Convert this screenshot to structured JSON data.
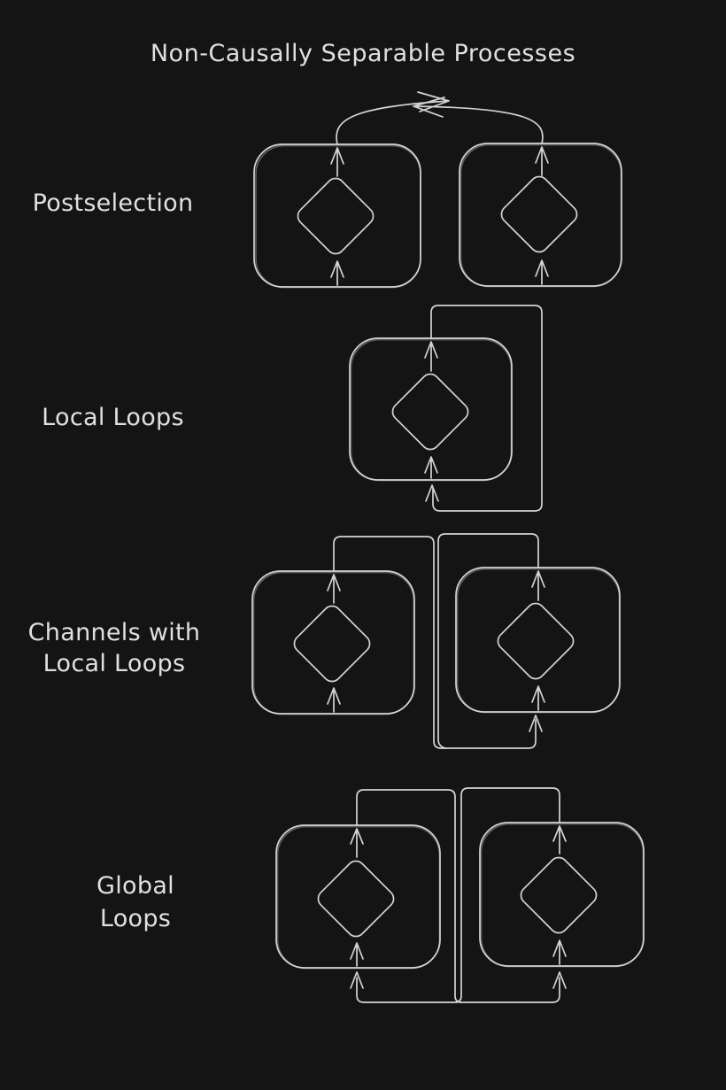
{
  "title": "Non-Causally Separable Processes",
  "colors": {
    "background": "#141414",
    "stroke": "#d4d4d4",
    "text": "#e0e0e0"
  },
  "rows": [
    {
      "id": "postselection",
      "label": "Postselection",
      "label_lines": [
        "Postselection"
      ],
      "figure": "two process boxes, each with a diamond and input/output arrows; the two output wires curve together and cross in opposing arrowheads; inputs are open"
    },
    {
      "id": "local-loops",
      "label": "Local Loops",
      "label_lines": [
        "Local Loops"
      ],
      "figure": "one process box with a diamond; its output wire loops around the right side of the box and feeds back into its own input"
    },
    {
      "id": "channels-with-local-loops",
      "label": "Channels with Local Loops",
      "label_lines": [
        "Channels with",
        "Local Loops"
      ],
      "figure": "two process boxes; wires leave both tops, run down between the boxes and feed into the right box's input from below; left input is open"
    },
    {
      "id": "global-loops",
      "label": "Global Loops",
      "label_lines": [
        "Global",
        "Loops"
      ],
      "figure": "two process boxes; both output wires run down between the boxes and return underneath into both inputs, forming a closed loop"
    }
  ]
}
